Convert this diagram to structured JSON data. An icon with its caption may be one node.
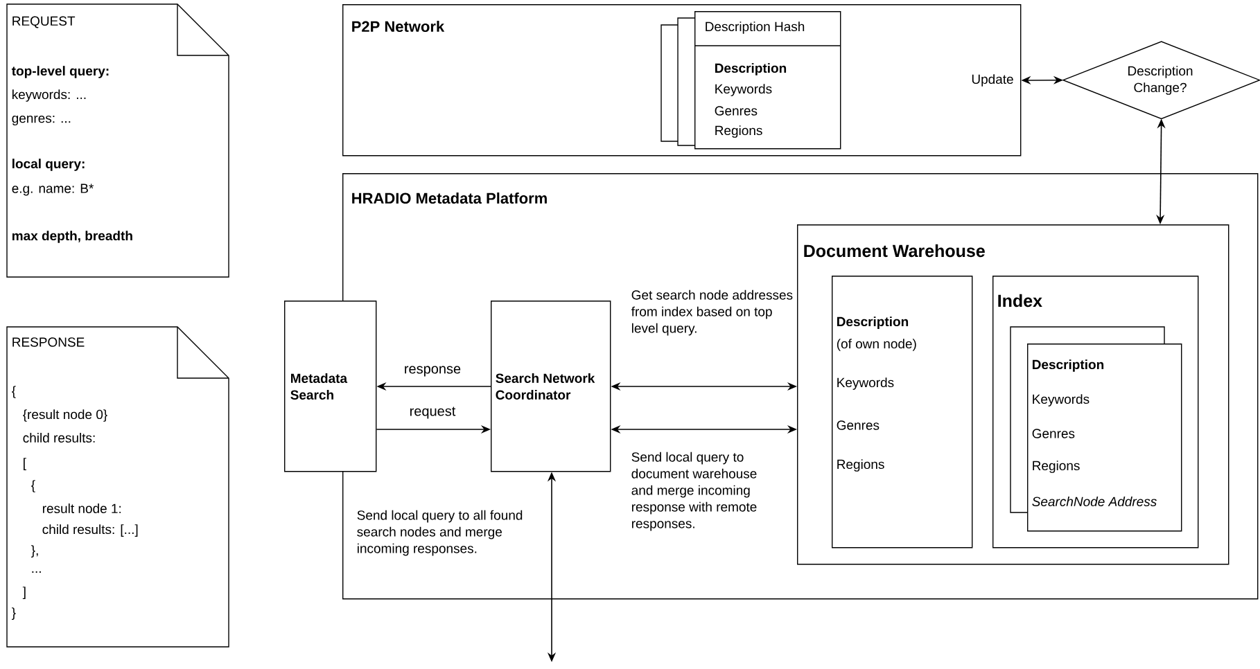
{
  "diagram": {
    "nodes": [
      {
        "text": [
          "REQUEST",
          "top-level query:",
          "keywords: ...",
          "genres: ...",
          "local query:",
          "e.g. name: B*",
          "max depth, breadth"
        ]
      },
      {
        "text": [
          "RESPONSE",
          "{",
          "{result node 0}",
          "child results:",
          "[",
          "{",
          "result node 1:",
          "child results: [...]",
          "},",
          "...",
          "]",
          "}"
        ]
      },
      {
        "text": [
          "P2P Network"
        ]
      },
      {
        "text": [
          "Description Hash",
          "Description",
          "Keywords",
          "Genres",
          "Regions"
        ],
        "in": 2
      },
      {
        "text": [
          "Description Change?"
        ]
      },
      {
        "text": [
          "HRADIO Metadata Platform"
        ]
      },
      {
        "text": [
          "Metadata Search"
        ]
      },
      {
        "text": [
          "Search Network Coordinator"
        ],
        "in": 5
      },
      {
        "text": [
          "Document Warehouse"
        ],
        "in": 5
      },
      {
        "text": [
          "Description",
          "(of own node)",
          "Keywords",
          "Genres",
          "Regions"
        ],
        "in": 8
      },
      {
        "text": [
          "Index"
        ],
        "in": 8
      },
      {
        "text": [
          "Description",
          "Keywords",
          "Genres",
          "Regions",
          "SearchNode Address"
        ],
        "in": 10
      }
    ],
    "edges": [
      {
        "from": 2,
        "to": 4,
        "arrow": "both",
        "label": "Update"
      },
      {
        "from": 4,
        "to": 8,
        "arrow": "both"
      },
      {
        "from": 7,
        "to": 6,
        "arrow": "to",
        "label": "response"
      },
      {
        "from": 6,
        "to": 7,
        "arrow": "to",
        "label": "request"
      },
      {
        "from": 7,
        "to": 8,
        "arrow": "both",
        "label": "Get search node addresses from index based on top level query."
      },
      {
        "from": 7,
        "to": 8,
        "arrow": "both",
        "label": "Send local query to document warehouse and merge incoming response with remote responses."
      },
      {
        "from": 7,
        "to": null,
        "arrow": "both",
        "label": "Send local query to all found search nodes and merge incoming responses."
      }
    ]
  }
}
